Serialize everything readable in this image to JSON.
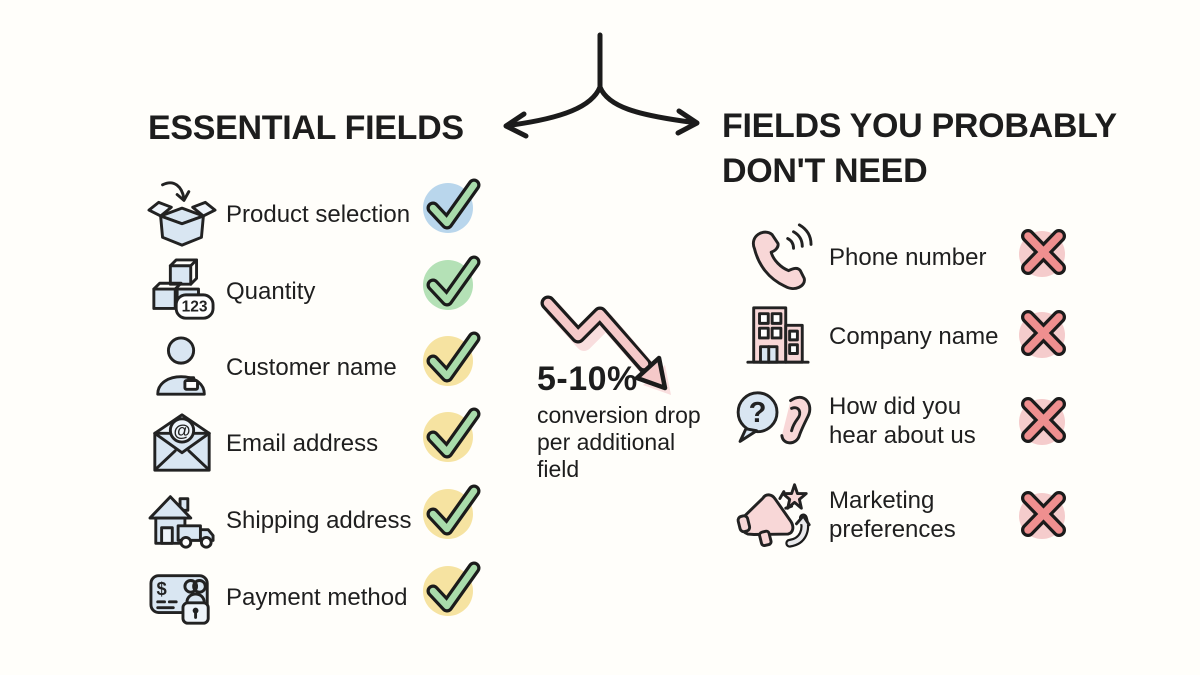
{
  "page": {
    "background": "#fffefa",
    "ink": "#1d1d1d"
  },
  "headings": {
    "left": "ESSENTIAL FIELDS",
    "right": "FIELDS YOU PROBABLY\nDON'T NEED"
  },
  "essential_fields": {
    "items": [
      {
        "label": "Product selection",
        "icon": "product-box-icon",
        "status": "check",
        "badge_color": "#b9d6ec"
      },
      {
        "label": "Quantity",
        "icon": "quantity-boxes-icon",
        "status": "check",
        "badge_color": "#b4e1b6"
      },
      {
        "label": "Customer name",
        "icon": "customer-person-icon",
        "status": "check",
        "badge_color": "#f6e3a1"
      },
      {
        "label": "Email address",
        "icon": "email-envelope-icon",
        "status": "check",
        "badge_color": "#f6e3a1"
      },
      {
        "label": "Shipping address",
        "icon": "shipping-house-truck-icon",
        "status": "check",
        "badge_color": "#f6e3a1"
      },
      {
        "label": "Payment method",
        "icon": "payment-card-lock-icon",
        "status": "check",
        "badge_color": "#f6e3a1"
      }
    ]
  },
  "unneeded_fields": {
    "items": [
      {
        "label": "Phone number",
        "icon": "phone-icon",
        "status": "x",
        "badge_color": "#f5cccc"
      },
      {
        "label": "Company name",
        "icon": "company-building-icon",
        "status": "x",
        "badge_color": "#f5cccc"
      },
      {
        "label": "How did you\nhear about us",
        "icon": "question-ear-icon",
        "status": "x",
        "badge_color": "#f5cccc"
      },
      {
        "label": "Marketing\npreferences",
        "icon": "megaphone-icon",
        "status": "x",
        "badge_color": "#f5cccc"
      }
    ]
  },
  "callout": {
    "stat": "5-10%",
    "description": "conversion drop\nper additional\nfield"
  },
  "icon_text": {
    "quantity_badge": "123",
    "email_at": "@",
    "question_mark": "?",
    "payment_dollar": "$"
  },
  "colors": {
    "check_fill": "#a9dcab",
    "cross_fill": "#ef8f8f",
    "drop_arrow_fill": "#f5c9c9",
    "drop_arrow_shadow": "#f9dede"
  }
}
